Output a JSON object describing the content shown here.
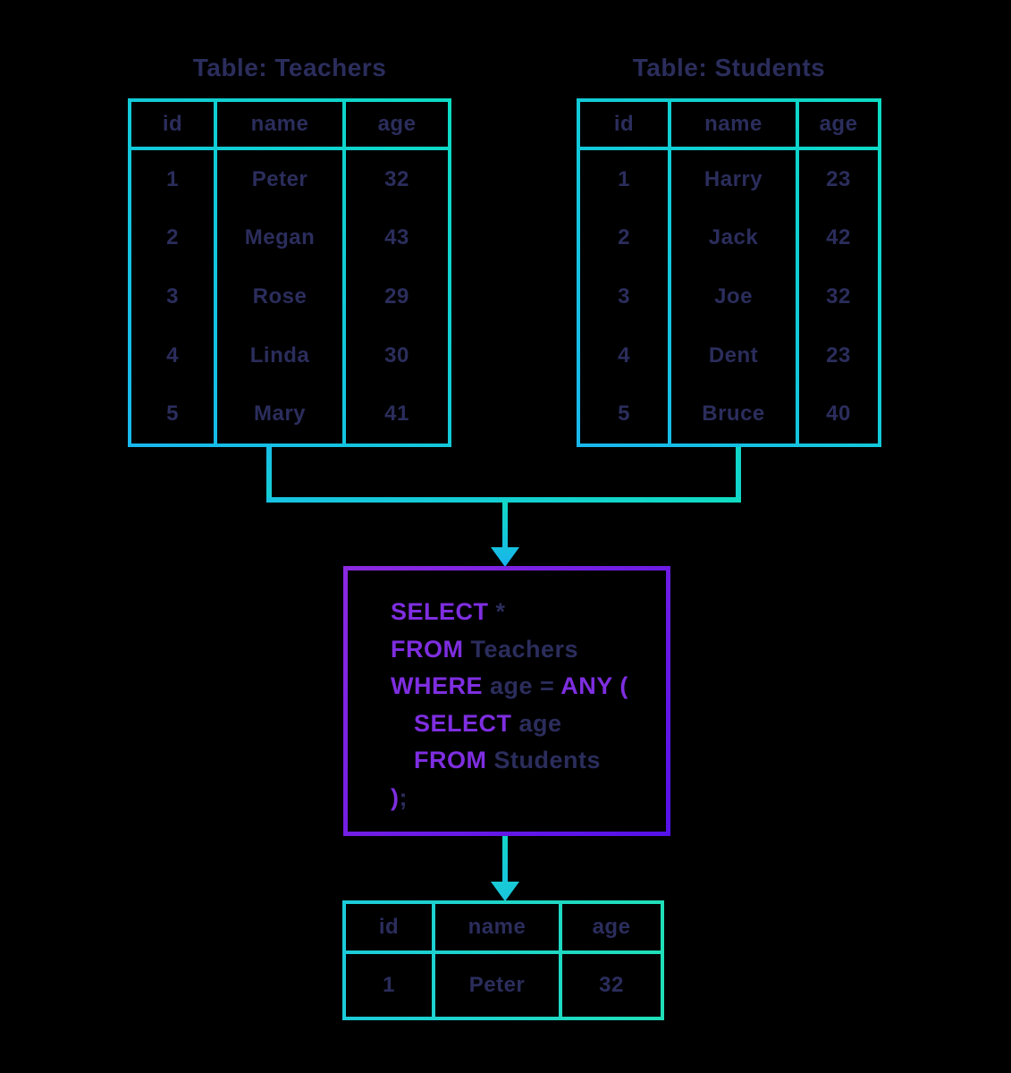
{
  "colors": {
    "background": "#000000",
    "text_navy": "#2b2d5c",
    "keyword_purple": "#7e2ee0",
    "table_border_cyan": "#18b7ee",
    "table_border_teal": "#0cdcc3",
    "result_border_teal": "#1fdfb8",
    "query_border_purple_start": "#8c2ae0",
    "query_border_purple_end": "#5411e9"
  },
  "teachers": {
    "title": "Table: Teachers",
    "headers": [
      "id",
      "name",
      "age"
    ],
    "rows": [
      [
        "1",
        "Peter",
        "32"
      ],
      [
        "2",
        "Megan",
        "43"
      ],
      [
        "3",
        "Rose",
        "29"
      ],
      [
        "4",
        "Linda",
        "30"
      ],
      [
        "5",
        "Mary",
        "41"
      ]
    ]
  },
  "students": {
    "title": "Table: Students",
    "headers": [
      "id",
      "name",
      "age"
    ],
    "rows": [
      [
        "1",
        "Harry",
        "23"
      ],
      [
        "2",
        "Jack",
        "42"
      ],
      [
        "3",
        "Joe",
        "32"
      ],
      [
        "4",
        "Dent",
        "23"
      ],
      [
        "5",
        "Bruce",
        "40"
      ]
    ]
  },
  "query": {
    "lines": [
      {
        "indent": false,
        "segments": [
          {
            "text": "SELECT",
            "keyword": true
          },
          {
            "text": " *",
            "keyword": false
          }
        ]
      },
      {
        "indent": false,
        "segments": [
          {
            "text": "FROM",
            "keyword": true
          },
          {
            "text": " Teachers",
            "keyword": false
          }
        ]
      },
      {
        "indent": false,
        "segments": [
          {
            "text": "WHERE",
            "keyword": true
          },
          {
            "text": " age = ",
            "keyword": false
          },
          {
            "text": "ANY (",
            "keyword": true
          }
        ]
      },
      {
        "indent": true,
        "segments": [
          {
            "text": "SELECT",
            "keyword": true
          },
          {
            "text": " age",
            "keyword": false
          }
        ]
      },
      {
        "indent": true,
        "segments": [
          {
            "text": "FROM",
            "keyword": true
          },
          {
            "text": " Students",
            "keyword": false
          }
        ]
      },
      {
        "indent": false,
        "segments": [
          {
            "text": ")",
            "keyword": true
          },
          {
            "text": ";",
            "keyword": false
          }
        ]
      }
    ]
  },
  "result": {
    "headers": [
      "id",
      "name",
      "age"
    ],
    "rows": [
      [
        "1",
        "Peter",
        "32"
      ]
    ]
  }
}
